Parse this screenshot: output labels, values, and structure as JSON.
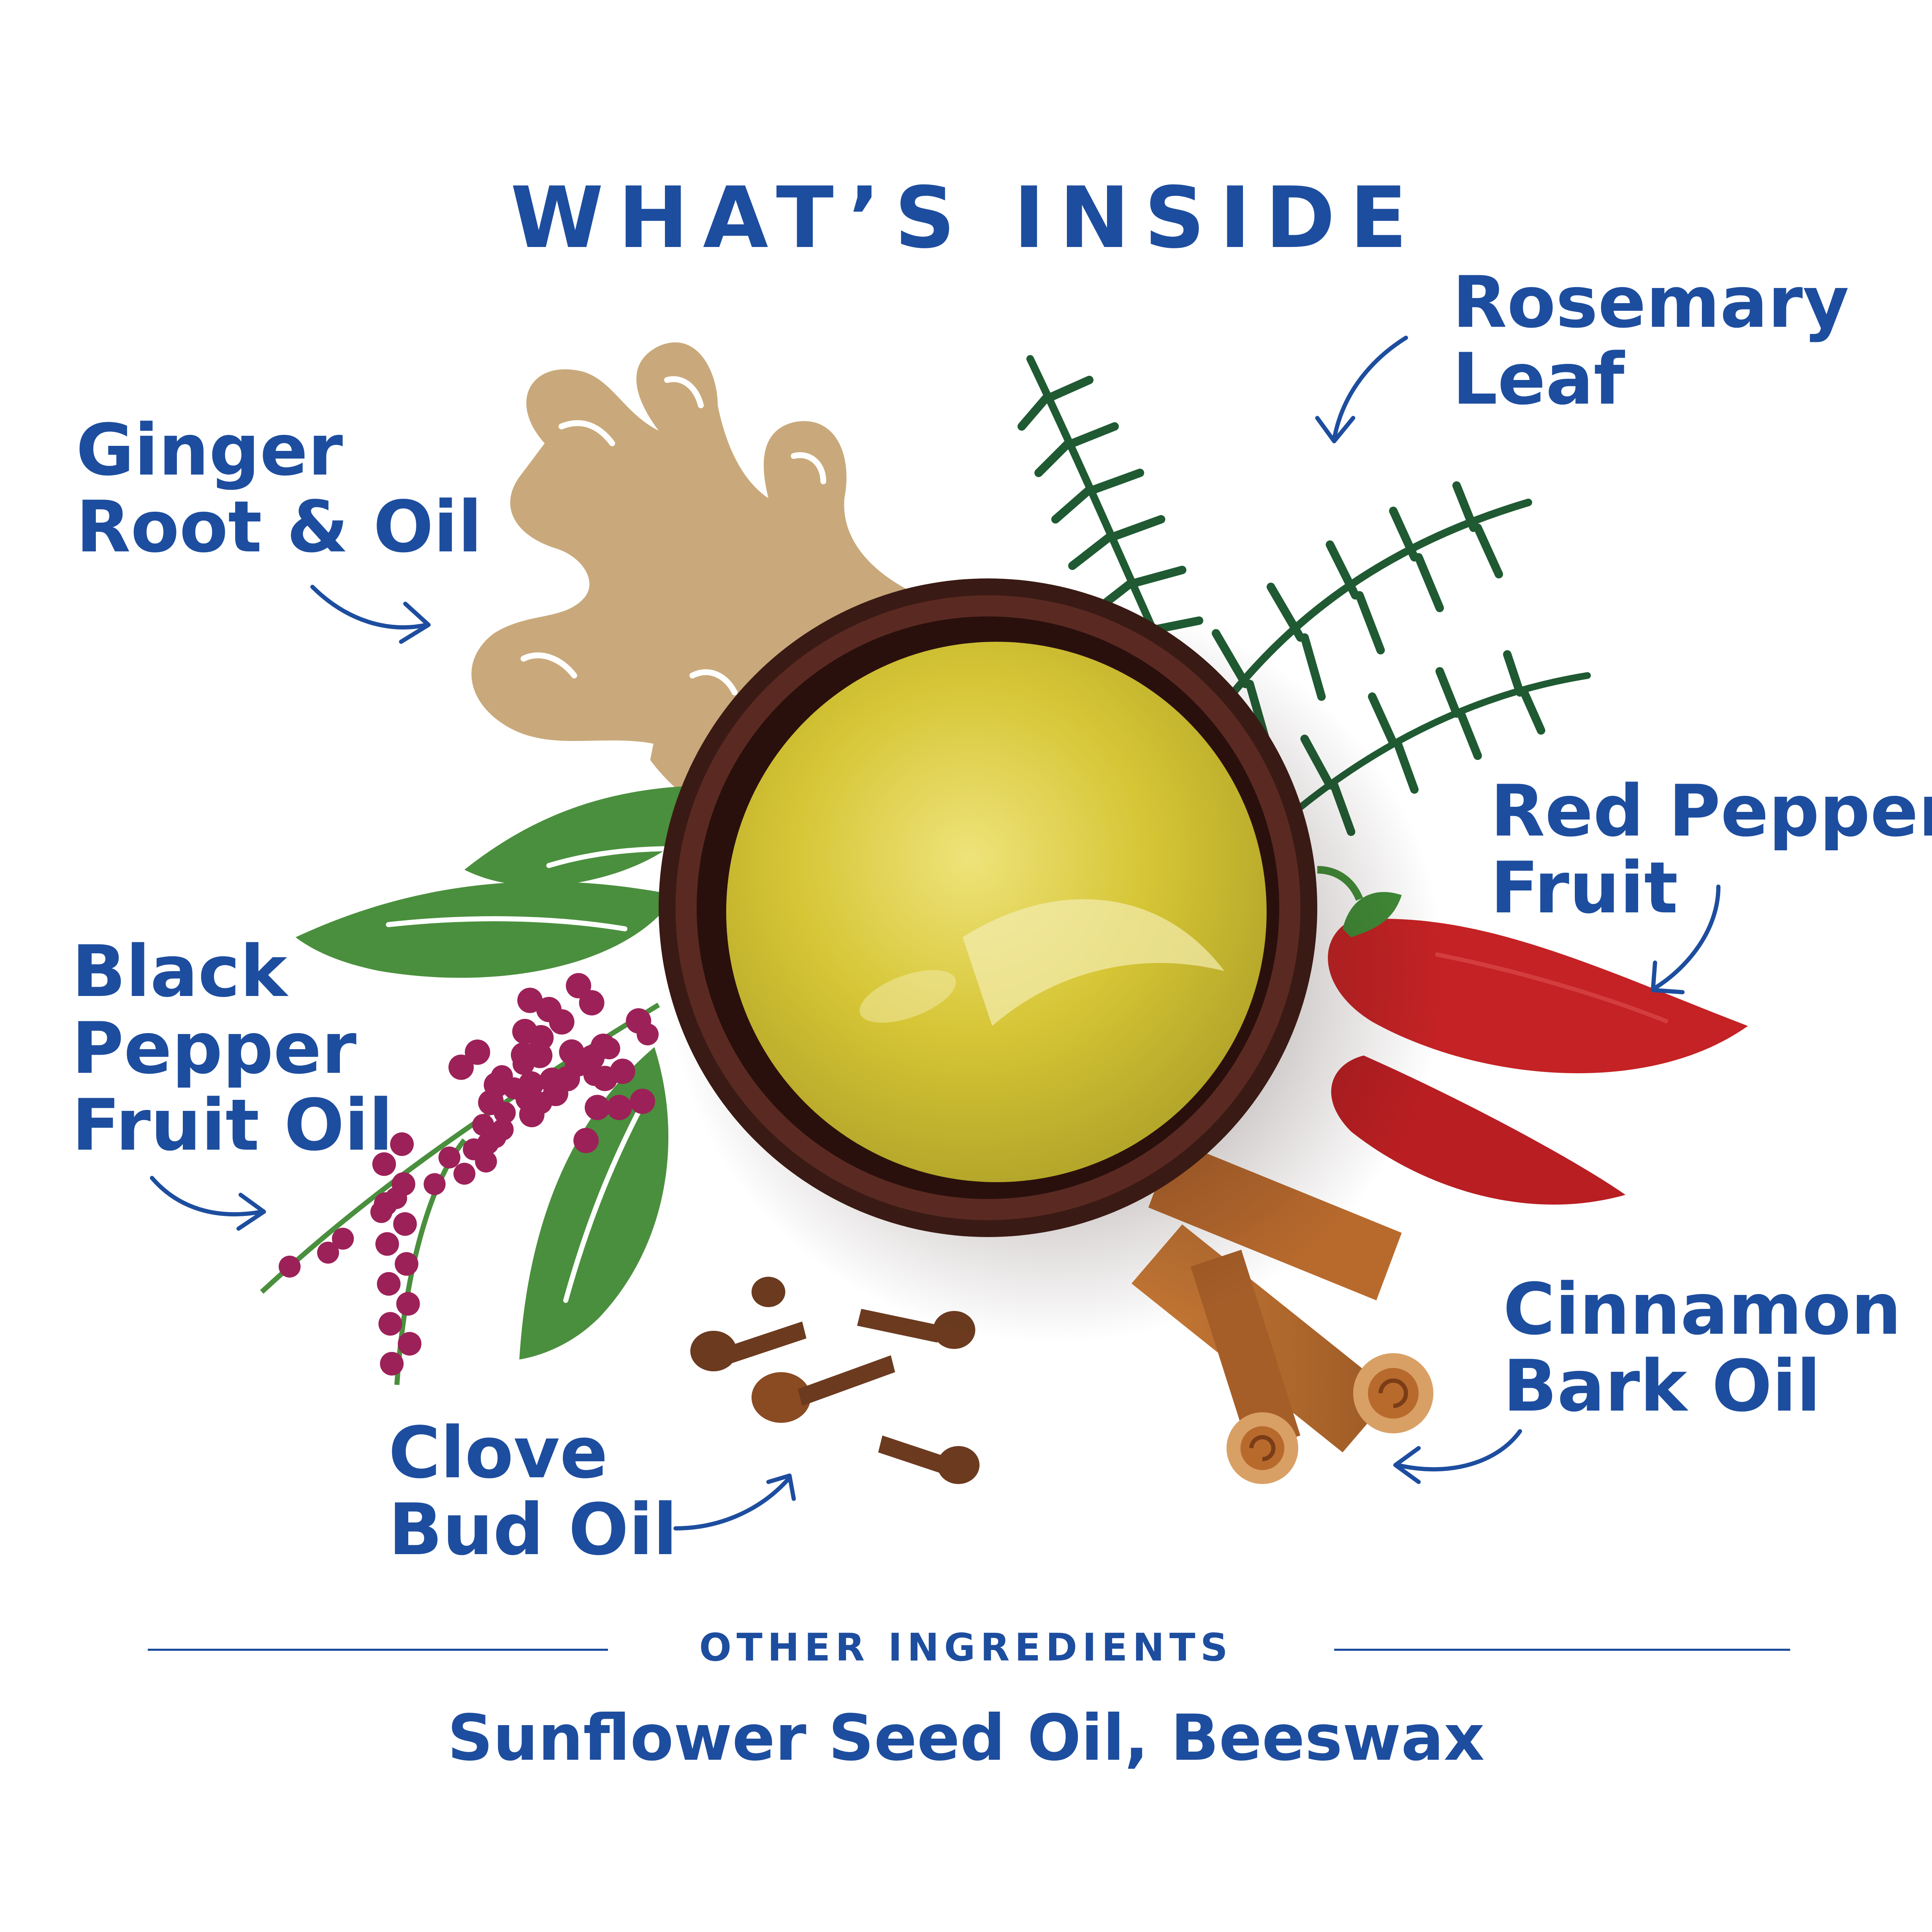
{
  "title": "WHAT’S INSIDE",
  "ingredients": [
    {
      "name": "ginger-root-oil",
      "lines": [
        "Ginger",
        "Root & Oil"
      ]
    },
    {
      "name": "rosemary-leaf",
      "lines": [
        "Rosemary",
        "Leaf"
      ]
    },
    {
      "name": "black-pepper-fruit-oil",
      "lines": [
        "Black",
        "Pepper",
        "Fruit Oil"
      ]
    },
    {
      "name": "red-pepper-fruit",
      "lines": [
        "Red Pepper",
        "Fruit"
      ]
    },
    {
      "name": "cinnamon-bark-oil",
      "lines": [
        "Cinnamon",
        "Bark Oil"
      ]
    },
    {
      "name": "clove-bud-oil",
      "lines": [
        "Clove",
        "Bud Oil"
      ]
    }
  ],
  "other_ingredients": {
    "heading": "OTHER INGREDIENTS",
    "list": "Sunflower Seed Oil, Beeswax"
  },
  "colors": {
    "text": "#1d4d9e",
    "ginger": "#c9a97b",
    "rosemary": "#1f5a32",
    "leaf": "#4a8f3d",
    "berry": "#9c2158",
    "chili": "#c42224",
    "cinnamon": "#b86a2d",
    "clove": "#6b3a1f",
    "jar": "#3a1a14",
    "balm": "#d8c83a"
  }
}
